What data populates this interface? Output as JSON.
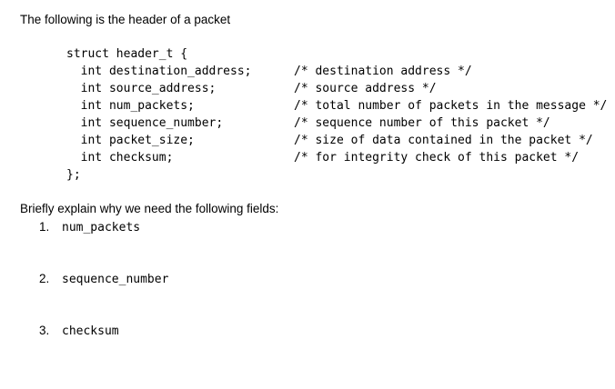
{
  "colors": {
    "background": "#ffffff",
    "text": "#000000"
  },
  "page": {
    "intro": "The following is the header of a packet",
    "prompt": "Briefly explain why we need the following fields:"
  },
  "code": {
    "open_line": "struct header_t {",
    "close_line": "};",
    "fields": [
      {
        "decl": "  int destination_address;",
        "comment": "/* destination address */"
      },
      {
        "decl": "  int source_address;",
        "comment": "/* source address */"
      },
      {
        "decl": "  int num_packets;",
        "comment": "/* total number of packets in the message */"
      },
      {
        "decl": "  int sequence_number;",
        "comment": "/* sequence number of this packet */"
      },
      {
        "decl": "  int packet_size;",
        "comment": "/* size of data contained in the packet */"
      },
      {
        "decl": "  int checksum;",
        "comment": "/* for integrity check of this packet */"
      }
    ]
  },
  "questions": [
    {
      "number": "1.",
      "field": "num_packets"
    },
    {
      "number": "2.",
      "field": "sequence_number"
    },
    {
      "number": "3.",
      "field": "checksum"
    }
  ]
}
